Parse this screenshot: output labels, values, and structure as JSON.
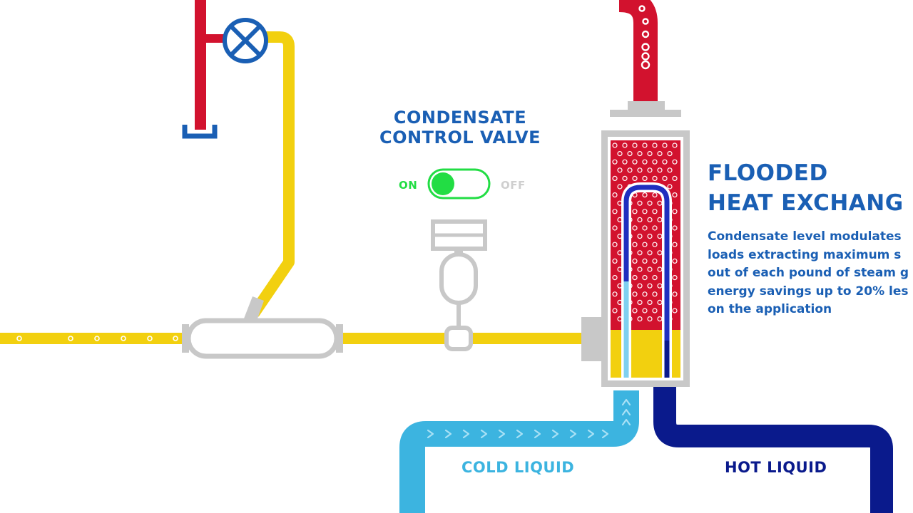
{
  "valve": {
    "title_line1": "CONDENSATE",
    "title_line2": "CONTROL VALVE",
    "on_label": "ON",
    "off_label": "OFF",
    "state": "on"
  },
  "exchanger": {
    "title_line1": "FLOODED",
    "title_line2": "HEAT EXCHANG",
    "desc_line1": "Condensate level modulates",
    "desc_line2": "loads extracting maximum s",
    "desc_line3": "out of each pound of steam g",
    "desc_line4": "energy savings up to 20% les",
    "desc_line5": "on the application"
  },
  "flows": {
    "cold_label": "COLD LIQUID",
    "hot_label": "HOT LIQUID"
  },
  "colors": {
    "steam_red": "#d2122e",
    "condensate_yellow": "#f2d00f",
    "cold_liquid": "#3cb4e0",
    "hot_liquid": "#0a1a8c",
    "label_blue": "#1a5fb4",
    "equipment_gray": "#c8c8c8",
    "toggle_green": "#22dd44"
  }
}
